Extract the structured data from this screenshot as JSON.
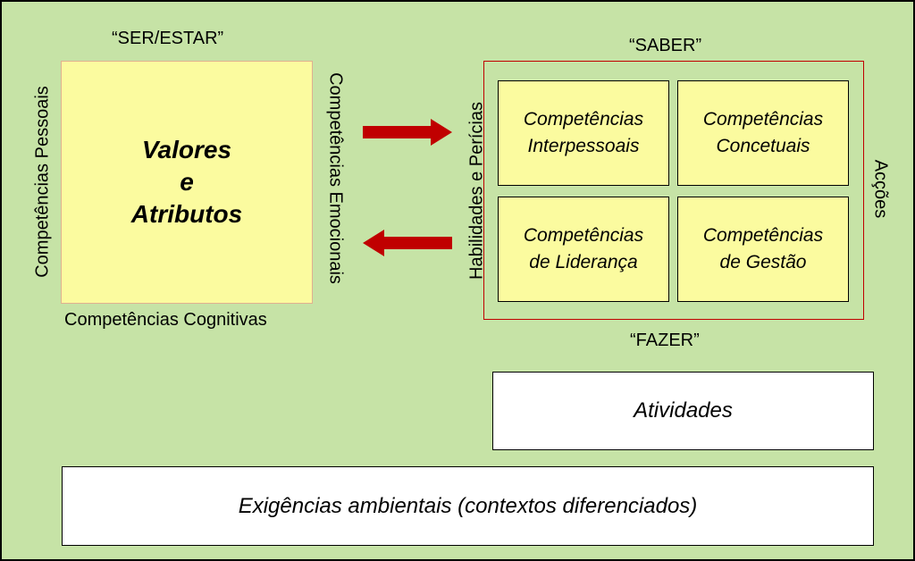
{
  "left": {
    "top_label": "“SER/ESTAR”",
    "box_lines": [
      "Valores",
      "e",
      "Atributos"
    ],
    "left_label": "Competências Pessoais",
    "right_label": "Competências Emocionais",
    "bottom_label": "Competências Cognitivas"
  },
  "right": {
    "top_label": "“SABER”",
    "bottom_label": "“FAZER”",
    "left_label": "Habilidades e Perícias",
    "right_label": "Acções",
    "cells": [
      {
        "line1": "Competências",
        "line2": "Interpessoais"
      },
      {
        "line1": "Competências",
        "line2": "Concetuais"
      },
      {
        "line1": "Competências",
        "line2": "de Liderança"
      },
      {
        "line1": "Competências",
        "line2": "de Gestão"
      }
    ]
  },
  "activities": "Atividades",
  "requirements": "Exigências ambientais (contextos diferenciados)",
  "colors": {
    "background": "#c6e3a6",
    "box_fill": "#fbfb9f",
    "arrow": "#c00000",
    "frame": "#c00000"
  }
}
